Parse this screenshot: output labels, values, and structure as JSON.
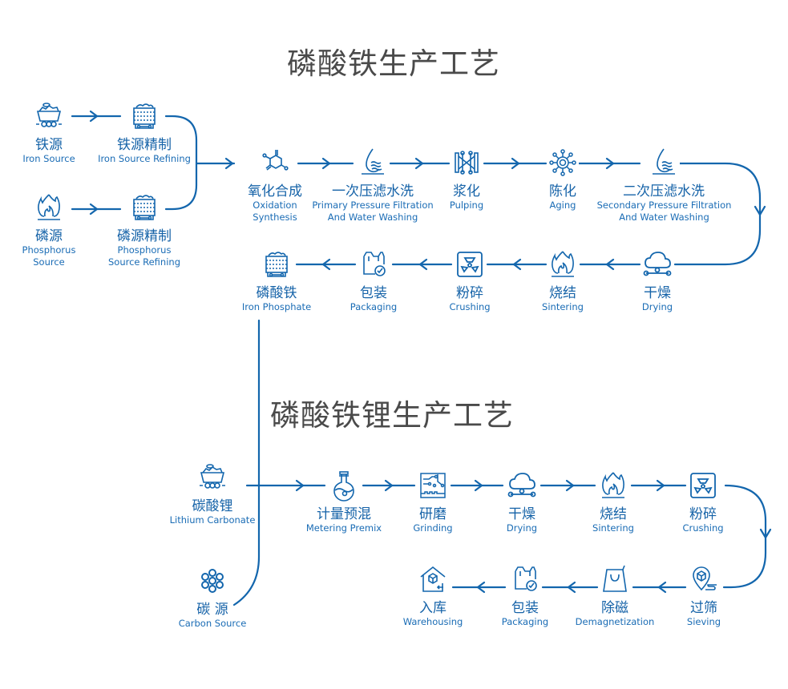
{
  "accent_color": "#1366ad",
  "title_color": "#4a4a4a",
  "section1": {
    "title": "磷酸铁生产工艺",
    "inputs": [
      {
        "zh": "铁源",
        "en": "Iron Source",
        "icon": "mine-cart-icon"
      },
      {
        "zh": "铁源精制",
        "en": "Iron Source Refining",
        "icon": "ore-wagon-icon"
      },
      {
        "zh": "磷源",
        "en": "Phosphorus Source",
        "icon": "flame-icon"
      },
      {
        "zh": "磷源精制",
        "en": "Phosphorus Source Refining",
        "icon": "ore-wagon-icon"
      }
    ],
    "row1": [
      {
        "zh": "氧化合成",
        "en": "Oxidation Synthesis",
        "icon": "molecule-icon"
      },
      {
        "zh": "一次压滤水洗",
        "en": "Primary Pressure Filtration And Water Washing",
        "icon": "water-drop-icon"
      },
      {
        "zh": "浆化",
        "en": "Pulping",
        "icon": "filter-press-icon"
      },
      {
        "zh": "陈化",
        "en": "Aging",
        "icon": "virus-icon"
      },
      {
        "zh": "二次压滤水洗",
        "en": "Secondary Pressure Filtration And Water Washing",
        "icon": "water-drop-icon"
      }
    ],
    "row2": [
      {
        "zh": "磷酸铁",
        "en": "Iron Phosphate",
        "icon": "ore-wagon-icon"
      },
      {
        "zh": "包装",
        "en": "Packaging",
        "icon": "package-check-icon"
      },
      {
        "zh": "粉碎",
        "en": "Crushing",
        "icon": "radiation-box-icon"
      },
      {
        "zh": "烧结",
        "en": "Sintering",
        "icon": "flame-icon"
      },
      {
        "zh": "干燥",
        "en": "Drying",
        "icon": "cloud-network-icon"
      }
    ]
  },
  "section2": {
    "title": "磷酸铁锂生产工艺",
    "inputs": [
      {
        "zh": "碳酸锂",
        "en": "Lithium Carbonate",
        "icon": "mine-cart-icon"
      },
      {
        "zh": "碳 源",
        "en": "Carbon Source",
        "icon": "carbon-rings-icon"
      }
    ],
    "row1": [
      {
        "zh": "计量预混",
        "en": "Metering Premix",
        "icon": "flask-icon"
      },
      {
        "zh": "研磨",
        "en": "Grinding",
        "icon": "circuit-board-icon"
      },
      {
        "zh": "干燥",
        "en": "Drying",
        "icon": "cloud-network-icon"
      },
      {
        "zh": "烧结",
        "en": "Sintering",
        "icon": "flame-icon"
      },
      {
        "zh": "粉碎",
        "en": "Crushing",
        "icon": "radiation-box-icon"
      }
    ],
    "row2": [
      {
        "zh": "入库",
        "en": "Warehousing",
        "icon": "warehouse-icon"
      },
      {
        "zh": "包装",
        "en": "Packaging",
        "icon": "package-check-icon"
      },
      {
        "zh": "除磁",
        "en": "Demagnetization",
        "icon": "shopping-bag-icon"
      },
      {
        "zh": "过筛",
        "en": "Sieving",
        "icon": "location-box-icon"
      }
    ]
  }
}
